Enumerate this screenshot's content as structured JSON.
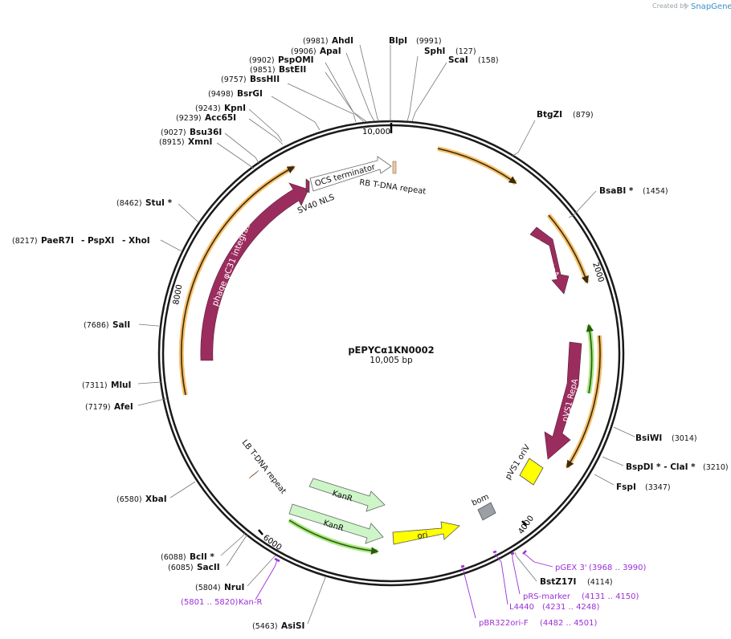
{
  "credit": {
    "text": "Created by",
    "brand": "SnapGene"
  },
  "plasmid": {
    "name": "pEPYCα1KN0002",
    "size": "10,005 bp"
  },
  "ticks": [
    "10,000",
    "2000",
    "4000",
    "6000",
    "8000"
  ],
  "enzymes": [
    {
      "pos": "(9981)",
      "name": "AhdI"
    },
    {
      "pos": "",
      "name": "BlpI"
    },
    {
      "pos": "(9991)",
      "name": ""
    },
    {
      "pos": "(9906)",
      "name": "ApaI"
    },
    {
      "pos": "",
      "name": "SphI"
    },
    {
      "pos": "(127)",
      "name": ""
    },
    {
      "pos": "(9902)",
      "name": "PspOMI"
    },
    {
      "pos": "",
      "name": "ScaI"
    },
    {
      "pos": "(158)",
      "name": ""
    },
    {
      "pos": "(9851)",
      "name": "BstEII"
    },
    {
      "pos": "(9757)",
      "name": "BssHII"
    },
    {
      "pos": "(9498)",
      "name": "BsrGI"
    },
    {
      "pos": "(9243)",
      "name": "KpnI"
    },
    {
      "pos": "(9239)",
      "name": "Acc65I"
    },
    {
      "pos": "(9027)",
      "name": "Bsu36I"
    },
    {
      "pos": "(8915)",
      "name": "XmnI"
    },
    {
      "pos": "",
      "name": "BtgZI"
    },
    {
      "pos": "(879)",
      "name": ""
    },
    {
      "pos": "(8462)",
      "name": "StuI *"
    },
    {
      "pos": "",
      "name": "BsaBI *"
    },
    {
      "pos": "(1454)",
      "name": ""
    },
    {
      "pos": "(8217)",
      "name": "PaeR7I"
    },
    {
      "pos": "",
      "name": "- PspXI"
    },
    {
      "pos": "",
      "name": "- XhoI"
    },
    {
      "pos": "(7686)",
      "name": "SalI"
    },
    {
      "pos": "(7311)",
      "name": "MluI"
    },
    {
      "pos": "(7179)",
      "name": "AfeI"
    },
    {
      "pos": "",
      "name": "BsiWI"
    },
    {
      "pos": "(3014)",
      "name": ""
    },
    {
      "pos": "",
      "name": "BspDI * - ClaI *"
    },
    {
      "pos": "(3210)",
      "name": ""
    },
    {
      "pos": "",
      "name": "FspI"
    },
    {
      "pos": "(3347)",
      "name": ""
    },
    {
      "pos": "(6580)",
      "name": "XbaI"
    },
    {
      "pos": "(6088)",
      "name": "BclI *"
    },
    {
      "pos": "(6085)",
      "name": "SacII"
    },
    {
      "pos": "(5804)",
      "name": "NruI"
    },
    {
      "pos": "",
      "name": "BstZ17I"
    },
    {
      "pos": "(4114)",
      "name": ""
    },
    {
      "pos": "(5463)",
      "name": "AsiSI"
    }
  ],
  "primers": [
    {
      "name": "Kan-R",
      "range": "(5801 .. 5820)"
    },
    {
      "name": "pGEX 3'",
      "range": "(3968 .. 3990)"
    },
    {
      "name": "pRS-marker",
      "range": "(4131 .. 4150)"
    },
    {
      "name": "L4440",
      "range": "(4231 .. 4248)"
    },
    {
      "name": "pBR322ori-F",
      "range": "(4482 .. 4501)"
    }
  ],
  "features": [
    {
      "name": "OCS terminator"
    },
    {
      "name": "RB T-DNA repeat"
    },
    {
      "name": "SV40 NLS"
    },
    {
      "name": "phage φC31 integrase"
    },
    {
      "name": "pVS1 StaA"
    },
    {
      "name": "pVS1 RepA"
    },
    {
      "name": "pVS1 oriV"
    },
    {
      "name": "bom"
    },
    {
      "name": "KanR"
    },
    {
      "name": "KanR"
    },
    {
      "name": "ori"
    },
    {
      "name": "LB T-DNA repeat"
    }
  ],
  "colors": {
    "backbone": "#1a1a1a",
    "feature_maroon": "#9b2d5e",
    "orf_orange": "#f7c16a",
    "orf_green": "#7ed957",
    "kanr_fill": "#cdf5c8",
    "ori_fill": "#ffff00",
    "bom_fill": "#9aa0a6",
    "primer": "#9b30d6",
    "repeat_fill": "#f0c8a0"
  }
}
